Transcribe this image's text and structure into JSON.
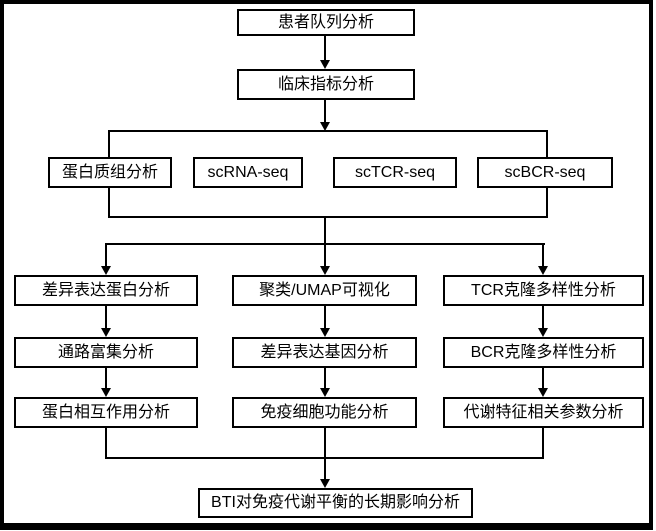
{
  "diagram": {
    "type": "flowchart",
    "background": "#ffffff",
    "line_color": "#000000",
    "node_fill": "#ffffff",
    "node_border": "#000000",
    "text_color": "#000000",
    "nodes": {
      "patient_cohort": "患者队列分析",
      "clinical_indicators": "临床指标分析",
      "proteomics": "蛋白质组分析",
      "scrna_seq": "scRNA-seq",
      "sctcr_seq": "scTCR-seq",
      "scbcr_seq": "scBCR-seq",
      "diff_protein": "差异表达蛋白分析",
      "pathway_enrichment": "通路富集分析",
      "protein_interaction": "蛋白相互作用分析",
      "cluster_umap": "聚类/UMAP可视化",
      "diff_gene": "差异表达基因分析",
      "immune_cell_function": "免疫细胞功能分析",
      "tcr_clonal_diversity": "TCR克隆多样性分析",
      "bcr_clonal_diversity": "BCR克隆多样性分析",
      "metabolic_parameters": "代谢特征相关参数分析",
      "final_conclusion": "BTI对免疫代谢平衡的长期影响分析"
    },
    "edges": [
      "患者队列分析 → 临床指标分析",
      "临床指标分析 → [蛋白质组分析, scRNA-seq, scTCR-seq, scBCR-seq]",
      "→ 差异表达蛋白分析 → 通路富集分析 → 蛋白相互作用分析",
      "→ 聚类/UMAP可视化 → 差异表达基因分析 → 免疫细胞功能分析",
      "→ TCR克隆多样性分析 → BCR克隆多样性分析 → 代谢特征相关参数分析",
      "[蛋白相互作用分析, 免疫细胞功能分析, 代谢特征相关参数分析] → BTI对免疫代谢平衡的长期影响分析"
    ]
  }
}
